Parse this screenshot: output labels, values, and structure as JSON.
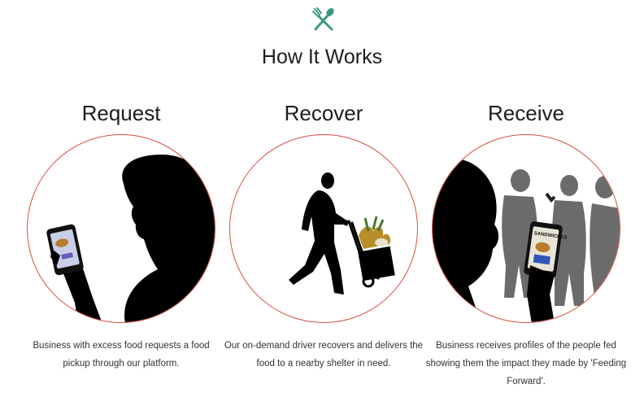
{
  "header": {
    "logo_icon": "fork-spoon-icon",
    "logo_color": "#3a9a80",
    "title": "How It Works"
  },
  "steps": [
    {
      "title": "Request",
      "description": "Business with excess food requests a food pickup through our platform.",
      "illustration": "person-with-phone-silhouette"
    },
    {
      "title": "Recover",
      "description": "Our on-demand driver recovers and delivers the food to a nearby shelter in need.",
      "illustration": "driver-with-hand-truck-silhouette"
    },
    {
      "title": "Receive",
      "description": "Business receives profiles of the people fed showing them the impact they made by 'Feeding Forward'.",
      "illustration": "people-receiving-silhouette",
      "phone_text": "SANDWICHES"
    }
  ],
  "colors": {
    "circle_border": "#d64f43",
    "silhouette": "#000000",
    "secondary_silhouette": "#6b6b6b"
  }
}
